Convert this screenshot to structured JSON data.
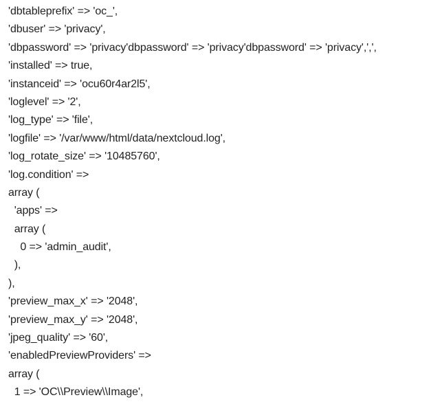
{
  "document": {
    "lines": [
      "'dbtableprefix' => 'oc_',",
      "'dbuser' => 'privacy',",
      "'dbpassword' => 'privacy'dbpassword' => 'privacy'dbpassword' => 'privacy',',',",
      "'installed' => true,",
      "'instanceid' => 'ocu60r4ar2l5',",
      "'loglevel' => '2',",
      "'log_type' => 'file',",
      "'logfile' => '/var/www/html/data/nextcloud.log',",
      "'log_rotate_size' => '10485760',",
      "'log.condition' =>",
      "array (",
      "  'apps' =>",
      "  array (",
      "    0 => 'admin_audit',",
      "  ),",
      "),",
      "'preview_max_x' => '2048',",
      "'preview_max_y' => '2048',",
      "'jpeg_quality' => '60',",
      "'enabledPreviewProviders' =>",
      "array (",
      "  1 => 'OC\\\\Preview\\\\Image',"
    ]
  }
}
